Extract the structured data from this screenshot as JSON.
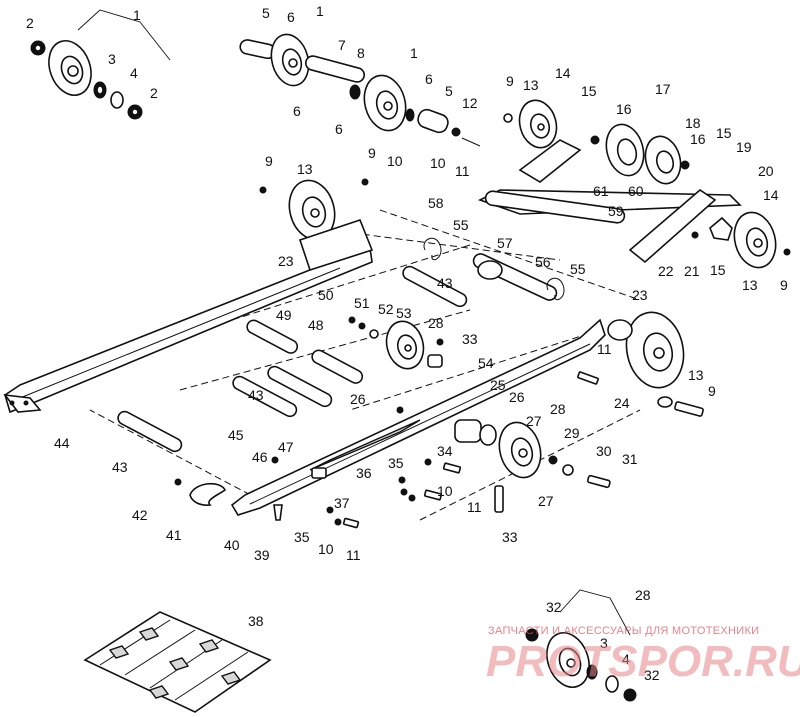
{
  "callouts": [
    "1",
    "2",
    "3",
    "4",
    "5",
    "6",
    "7",
    "8",
    "9",
    "10",
    "11",
    "12",
    "13",
    "14",
    "15",
    "16",
    "17",
    "18",
    "19",
    "20",
    "21",
    "22",
    "23",
    "24",
    "25",
    "26",
    "27",
    "28",
    "29",
    "30",
    "31",
    "32",
    "33",
    "34",
    "35",
    "36",
    "37",
    "38",
    "39",
    "40",
    "41",
    "42",
    "43",
    "44",
    "45",
    "46",
    "47",
    "48",
    "49",
    "50",
    "51",
    "52",
    "53",
    "54",
    "55",
    "56",
    "57",
    "58",
    "59",
    "60",
    "61"
  ],
  "watermark": {
    "tagline": "ЗАПЧАСТИ И АКСЕССУАРЫ ДЛЯ МОТОТЕХНИКИ",
    "brand": "PROTSPOR.RU"
  },
  "colors": {
    "lines": "#111111",
    "background": "#ffffff",
    "watermark": "#e05a60"
  }
}
